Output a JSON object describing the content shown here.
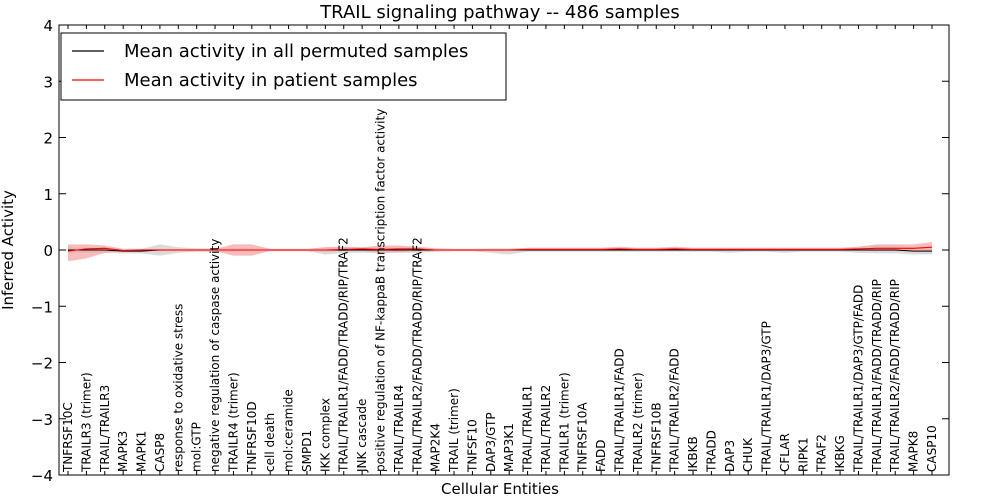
{
  "chart_data": {
    "type": "line",
    "title": "TRAIL signaling pathway -- 486 samples",
    "xlabel": "Cellular Entities",
    "ylabel": "Inferred Activity",
    "ylim": [
      -4,
      4
    ],
    "yticks": [
      4,
      3,
      2,
      1,
      0,
      -1,
      -2,
      -3,
      -4
    ],
    "ytick_labels": [
      "4",
      "3",
      "2",
      "1",
      "0",
      "−1",
      "−2",
      "−3",
      "−4"
    ],
    "grid": false,
    "legend_position": "top-left",
    "categories": [
      "TNFRSF10C",
      "TRAILR3 (trimer)",
      "TRAIL/TRAILR3",
      "MAPK3",
      "MAPK1",
      "CASP8",
      "response to oxidative stress",
      "mol:GTP",
      "negative regulation of caspase activity",
      "TRAILR4 (trimer)",
      "TNFRSF10D",
      "cell death",
      "mol:ceramide",
      "SMPD1",
      "IKK complex",
      "TRAIL/TRAILR1/FADD/TRADD/RIP/TRAF2",
      "JNK cascade",
      "positive regulation of NF-kappaB transcription factor activity",
      "TRAIL/TRAILR4",
      "TRAIL/TRAILR2/FADD/TRADD/RIP/TRAF2",
      "MAP2K4",
      "TRAIL (trimer)",
      "TNFSF10",
      "DAP3/GTP",
      "MAP3K1",
      "TRAIL/TRAILR1",
      "TRAIL/TRAILR2",
      "TRAILR1 (trimer)",
      "TNFRSF10A",
      "FADD",
      "TRAIL/TRAILR1/FADD",
      "TRAILR2 (trimer)",
      "TNFRSF10B",
      "TRAIL/TRAILR2/FADD",
      "IKBKB",
      "TRADD",
      "DAP3",
      "CHUK",
      "TRAIL/TRAILR1/DAP3/GTP",
      "CFLAR",
      "RIPK1",
      "TRAF2",
      "IKBKG",
      "TRAIL/TRAILR1/DAP3/GTP/FADD",
      "TRAIL/TRAILR1/FADD/TRADD/RIP",
      "TRAIL/TRAILR2/FADD/TRADD/RIP",
      "MAPK8",
      "CASP10"
    ],
    "series": [
      {
        "name": "Mean activity in all permuted samples",
        "color": "#000000",
        "band_color": "#cccccc",
        "values": [
          0.0,
          0.0,
          0.0,
          -0.02,
          -0.02,
          0.0,
          0.0,
          0.0,
          0.0,
          0.0,
          0.0,
          0.0,
          0.0,
          0.0,
          0.0,
          0.0,
          0.0,
          0.0,
          0.0,
          0.0,
          0.0,
          0.0,
          0.0,
          0.0,
          0.0,
          0.0,
          0.0,
          0.0,
          0.0,
          0.0,
          0.0,
          0.0,
          0.0,
          0.0,
          0.0,
          0.0,
          0.0,
          0.0,
          0.0,
          0.0,
          0.0,
          0.0,
          0.0,
          0.0,
          0.0,
          0.0,
          -0.02,
          -0.02
        ],
        "upper": [
          0.05,
          0.05,
          0.05,
          0.02,
          0.02,
          0.1,
          0.05,
          0.03,
          0.03,
          0.03,
          0.03,
          0.02,
          0.02,
          0.02,
          0.05,
          0.05,
          0.05,
          0.05,
          0.05,
          0.05,
          0.03,
          0.02,
          0.02,
          0.03,
          0.03,
          0.03,
          0.03,
          0.03,
          0.03,
          0.03,
          0.03,
          0.03,
          0.03,
          0.03,
          0.03,
          0.03,
          0.03,
          0.03,
          0.03,
          0.03,
          0.03,
          0.03,
          0.03,
          0.05,
          0.08,
          0.08,
          0.05,
          0.05
        ],
        "lower": [
          -0.05,
          -0.05,
          -0.05,
          -0.06,
          -0.06,
          -0.1,
          -0.05,
          -0.03,
          -0.03,
          -0.03,
          -0.03,
          -0.02,
          -0.02,
          -0.02,
          -0.08,
          -0.05,
          -0.05,
          -0.05,
          -0.05,
          -0.05,
          -0.03,
          -0.02,
          -0.02,
          -0.05,
          -0.08,
          -0.03,
          -0.03,
          -0.03,
          -0.03,
          -0.03,
          -0.03,
          -0.03,
          -0.03,
          -0.03,
          -0.03,
          -0.03,
          -0.05,
          -0.03,
          -0.03,
          -0.05,
          -0.03,
          -0.03,
          -0.03,
          -0.05,
          -0.06,
          -0.06,
          -0.08,
          -0.08
        ]
      },
      {
        "name": "Mean activity in patient samples",
        "color": "#ff0000",
        "band_color": "#f4a6a6",
        "values": [
          -0.02,
          0.02,
          0.03,
          -0.01,
          0.0,
          0.0,
          0.0,
          0.0,
          0.0,
          0.0,
          0.0,
          0.0,
          0.0,
          0.0,
          0.0,
          0.01,
          0.02,
          0.01,
          0.02,
          0.02,
          0.0,
          0.0,
          0.0,
          0.0,
          0.0,
          0.01,
          0.01,
          0.01,
          0.01,
          0.01,
          0.02,
          0.01,
          0.01,
          0.02,
          0.01,
          0.01,
          0.01,
          0.01,
          0.01,
          0.01,
          0.01,
          0.01,
          0.01,
          0.02,
          0.03,
          0.03,
          0.03,
          0.05
        ],
        "upper": [
          0.1,
          0.1,
          0.08,
          0.02,
          0.02,
          0.02,
          0.02,
          0.02,
          0.02,
          0.1,
          0.1,
          0.02,
          0.02,
          0.02,
          0.05,
          0.06,
          0.05,
          0.08,
          0.08,
          0.06,
          0.03,
          0.02,
          0.02,
          0.02,
          0.02,
          0.04,
          0.04,
          0.04,
          0.04,
          0.04,
          0.06,
          0.04,
          0.04,
          0.06,
          0.04,
          0.04,
          0.04,
          0.04,
          0.04,
          0.04,
          0.04,
          0.04,
          0.04,
          0.06,
          0.1,
          0.1,
          0.1,
          0.14
        ],
        "lower": [
          -0.2,
          -0.15,
          -0.05,
          -0.02,
          -0.02,
          -0.02,
          -0.02,
          -0.02,
          -0.02,
          -0.1,
          -0.1,
          -0.02,
          -0.02,
          -0.02,
          -0.03,
          -0.02,
          -0.02,
          -0.05,
          -0.04,
          -0.02,
          -0.02,
          -0.02,
          -0.02,
          -0.02,
          -0.02,
          -0.01,
          -0.01,
          -0.01,
          -0.01,
          -0.01,
          -0.01,
          -0.01,
          -0.01,
          -0.01,
          -0.01,
          -0.01,
          -0.01,
          -0.01,
          -0.01,
          -0.01,
          -0.01,
          -0.01,
          -0.01,
          -0.01,
          -0.02,
          -0.02,
          -0.02,
          -0.02
        ]
      }
    ]
  }
}
